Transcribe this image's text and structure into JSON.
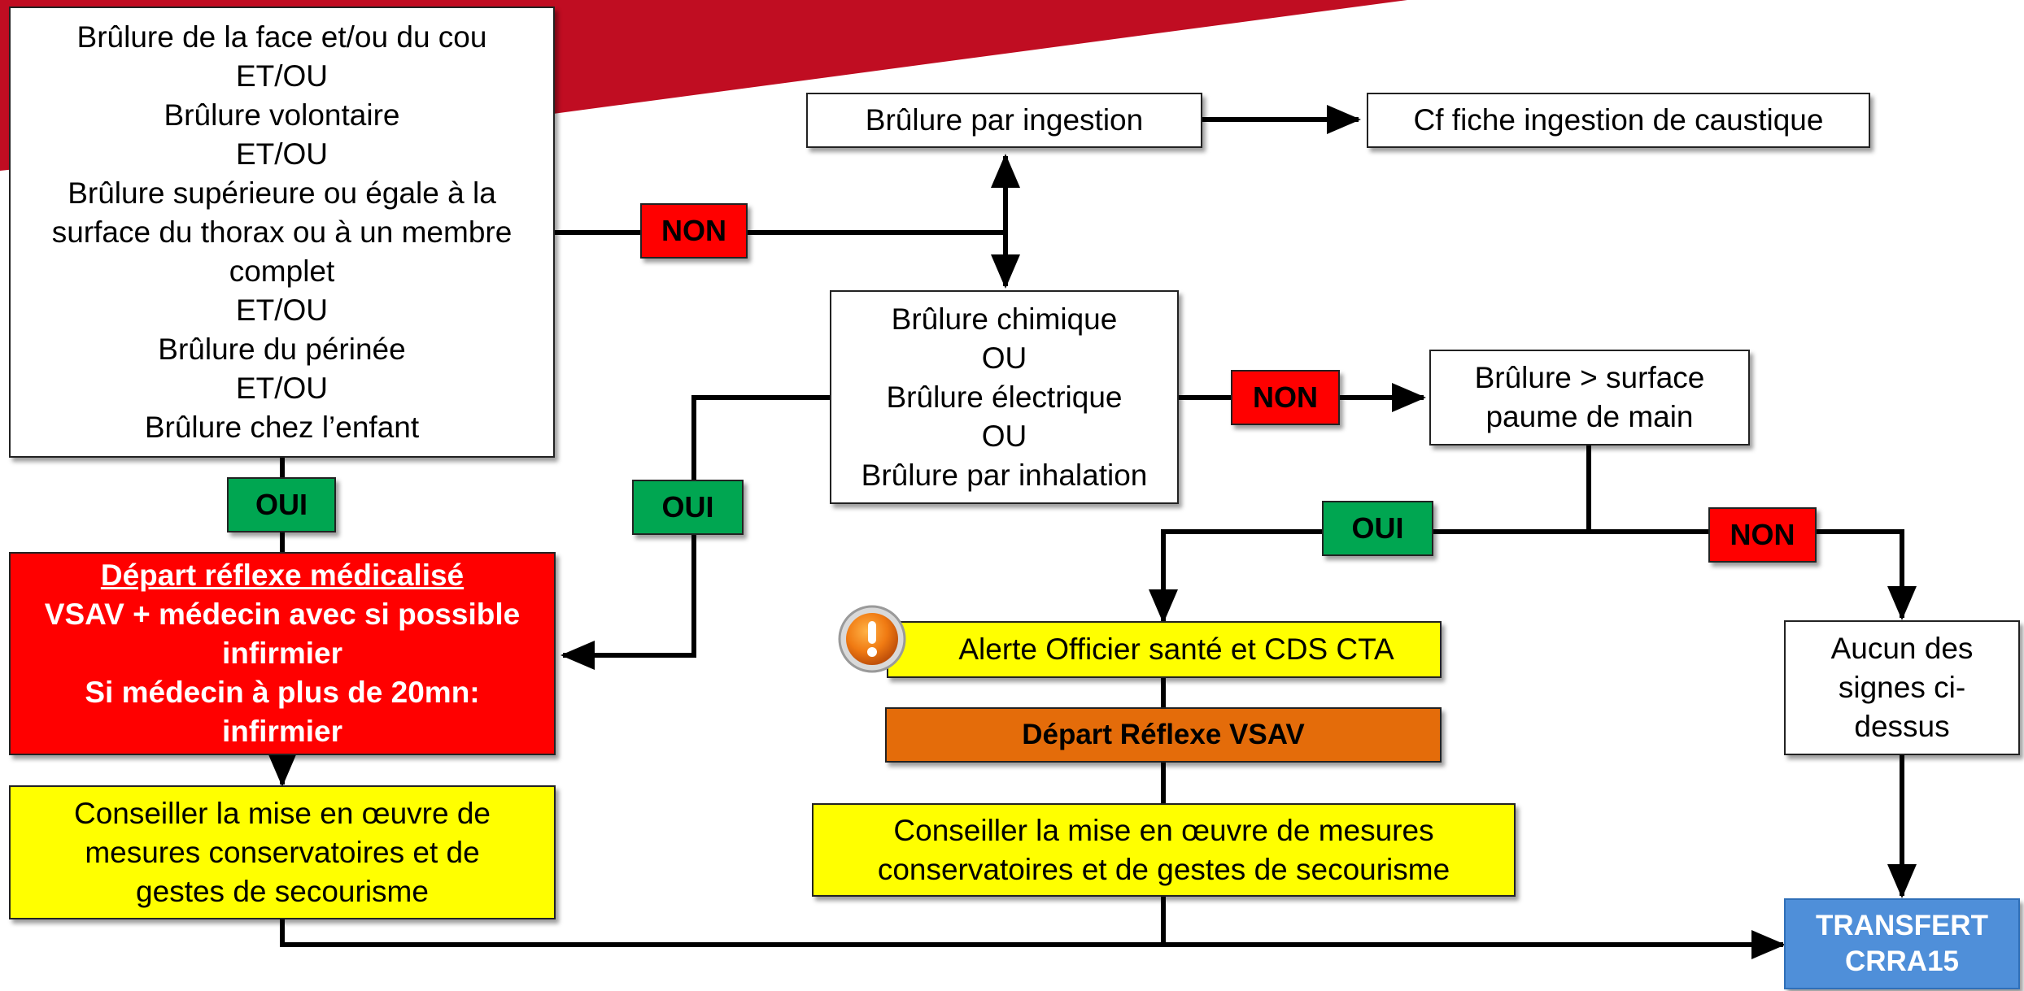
{
  "criteria_box": {
    "lines": [
      "Brûlure de la face et/ou du cou",
      "ET/OU",
      "Brûlure volontaire",
      "ET/OU",
      "Brûlure supérieure ou égale à la",
      "surface du thorax ou à un membre",
      "complet",
      "ET/OU",
      "Brûlure du périnée",
      "ET/OU",
      "Brûlure chez l’enfant"
    ]
  },
  "labels": {
    "non_1": "NON",
    "oui_1": "OUI",
    "oui_2": "OUI",
    "non_2": "NON",
    "oui_3": "OUI",
    "non_3": "NON"
  },
  "ingestion_box": "Brûlure par ingestion",
  "caustic_box": "Cf fiche ingestion de caustique",
  "chem_box": {
    "lines": [
      "Brûlure chimique",
      "OU",
      "Brûlure électrique",
      "OU",
      "Brûlure par inhalation"
    ]
  },
  "palm_box": {
    "lines": [
      "Brûlure > surface",
      "paume de main"
    ]
  },
  "medical_box": {
    "title": "Départ réflexe médicalisé",
    "lines": [
      "VSAV + médecin avec si possible",
      "infirmier",
      "Si médecin à plus de 20mn:",
      "infirmier"
    ]
  },
  "advice_left": {
    "lines": [
      "Conseiller la mise en œuvre de",
      "mesures conservatoires et de",
      "gestes de secourisme"
    ]
  },
  "alert_box": "Alerte Officier santé et CDS CTA",
  "vsav_box": "Départ  Réflexe VSAV",
  "advice_mid": {
    "lines": [
      "Conseiller la mise en œuvre de mesures",
      "conservatoires et de gestes de secourisme"
    ]
  },
  "none_box": {
    "lines": [
      "Aucun des",
      "signes ci-",
      "dessus"
    ]
  },
  "transfer_box": {
    "lines": [
      "TRANSFERT",
      "CRRA15"
    ]
  },
  "colors": {
    "banner": "#c00d22",
    "red_label": "#ff0000",
    "green_label": "#00a651",
    "yellow_box": "#ffff00",
    "orange_box": "#e46c0a",
    "blue_box": "#4f8fd9"
  },
  "icons": [
    "alert-exclamation-icon"
  ]
}
